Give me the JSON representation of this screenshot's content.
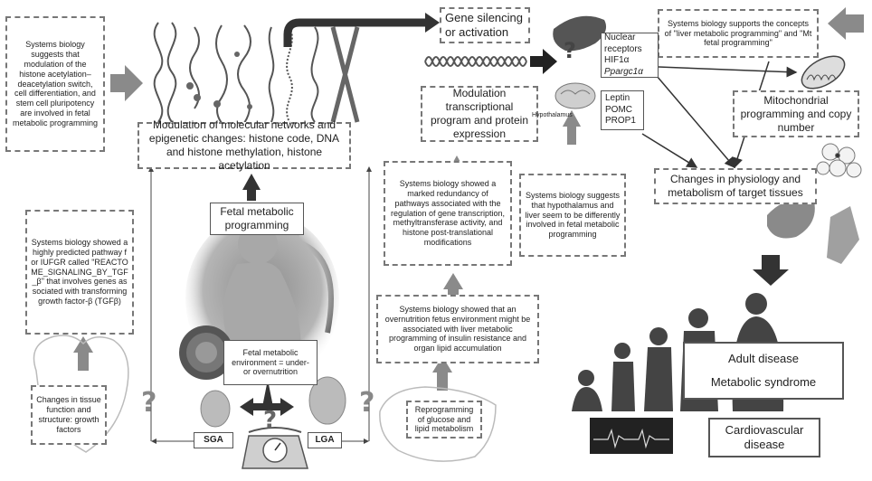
{
  "boxes": {
    "acetylation": "Systems biology suggests that modulation of the histone acetylation–deacetylation switch, cell differentiation, and stem cell pluripotency are involved in fetal metabolic programming",
    "modulation_networks": "Modulation of molecular networks and epigenetic changes: histone code, DNA and histone methylation, histone acetylation",
    "fetal_programming": "Fetal metabolic programming",
    "gene_silencing": "Gene silencing or activation",
    "transcription": "Modulation transcriptional program and protein expression",
    "redundancy": "Systems biology showed a marked redundancy of pathways associated with the regulation of gene transcription, methyltransferase activity, and histone post-translational modifications",
    "hypothalamus_liver": "Systems biology suggests that hypothalamus and liver seem to be differently involved in fetal metabolic programming",
    "liver_mt": "Systems biology supports the concepts of \"liver metabolic programming\" and \"Mt fetal programming\"",
    "mito": "Mitochondrial programming and copy number",
    "physiology": "Changes in physiology and metabolism of target tissues",
    "iufgr": "Systems biology showed a highly predicted pathway for IUFGR called \"REACTOME_SIGNALING_BY_TGF_β\" that involves genes associated with transforming growth factor-β (TGFβ)",
    "overnutrition": "Systems biology showed that an overnutrition fetus environment might be associated with liver metabolic programming of insulin resistance and organ lipid accumulation",
    "fetal_env": "Fetal metabolic environment = under- or overnutrition",
    "tissue": "Changes in tissue function and structure: growth factors",
    "reprogramming": "Reprogramming of glucose and lipid metabolism",
    "adult": "Adult disease",
    "metsyn": "Metabolic syndrome",
    "cardio": "Cardiovascular disease"
  },
  "labels": {
    "sga": "SGA",
    "lga": "LGA",
    "hypothalamus": "Hypothalamus",
    "liver_genes": [
      "Nuclear receptors",
      "HIF1α",
      "Ppargc1α"
    ],
    "hypo_genes": [
      "Leptin",
      "POMC",
      "PROP1"
    ]
  },
  "question_mark": "?",
  "colors": {
    "box_border": "#777777",
    "arrow_gray": "#8a8a8a",
    "arrow_dark": "#333333",
    "figure_gray": "#a8a8a8"
  }
}
